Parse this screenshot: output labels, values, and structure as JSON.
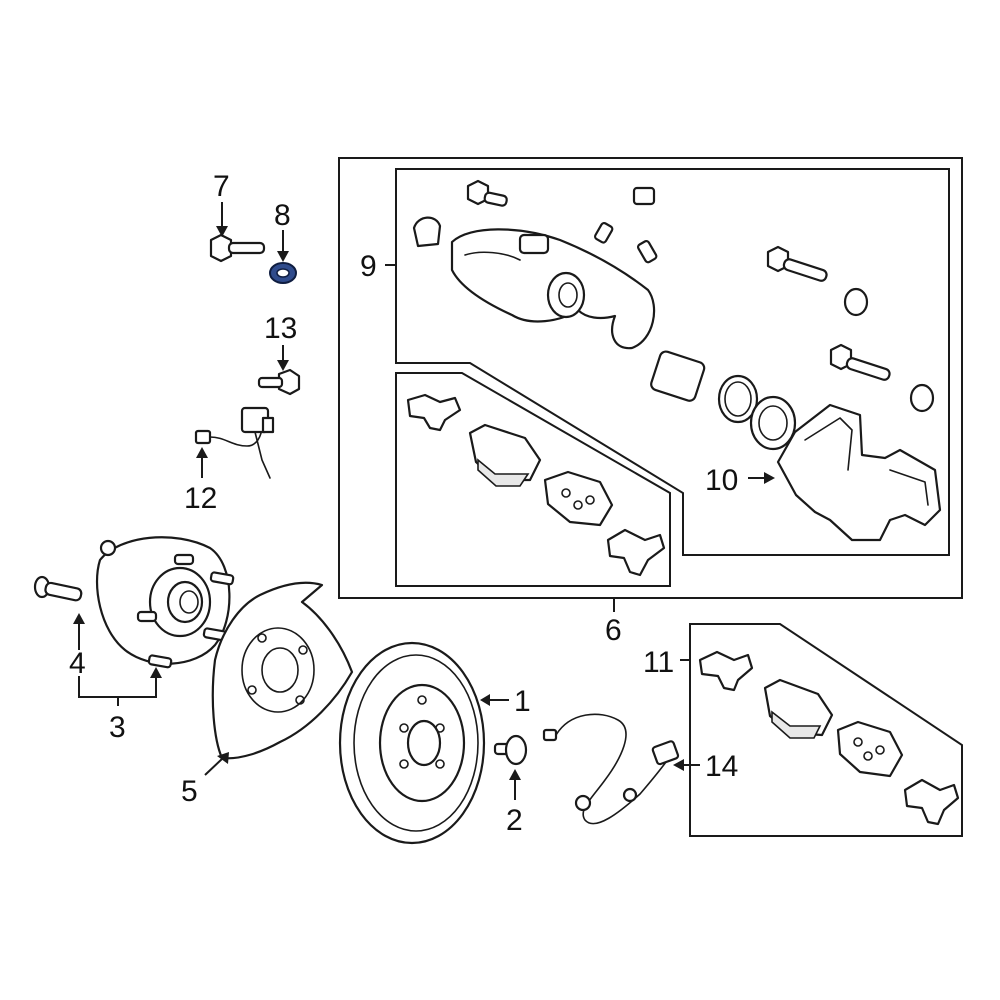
{
  "callouts": {
    "p1": "1",
    "p2": "2",
    "p3": "3",
    "p4": "4",
    "p5": "5",
    "p6": "6",
    "p7": "7",
    "p8": "8",
    "p9": "9",
    "p10": "10",
    "p11": "11",
    "p12": "12",
    "p13": "13",
    "p14": "14"
  },
  "highlight_color": "#2f4b8c",
  "highlighted_part": "8"
}
